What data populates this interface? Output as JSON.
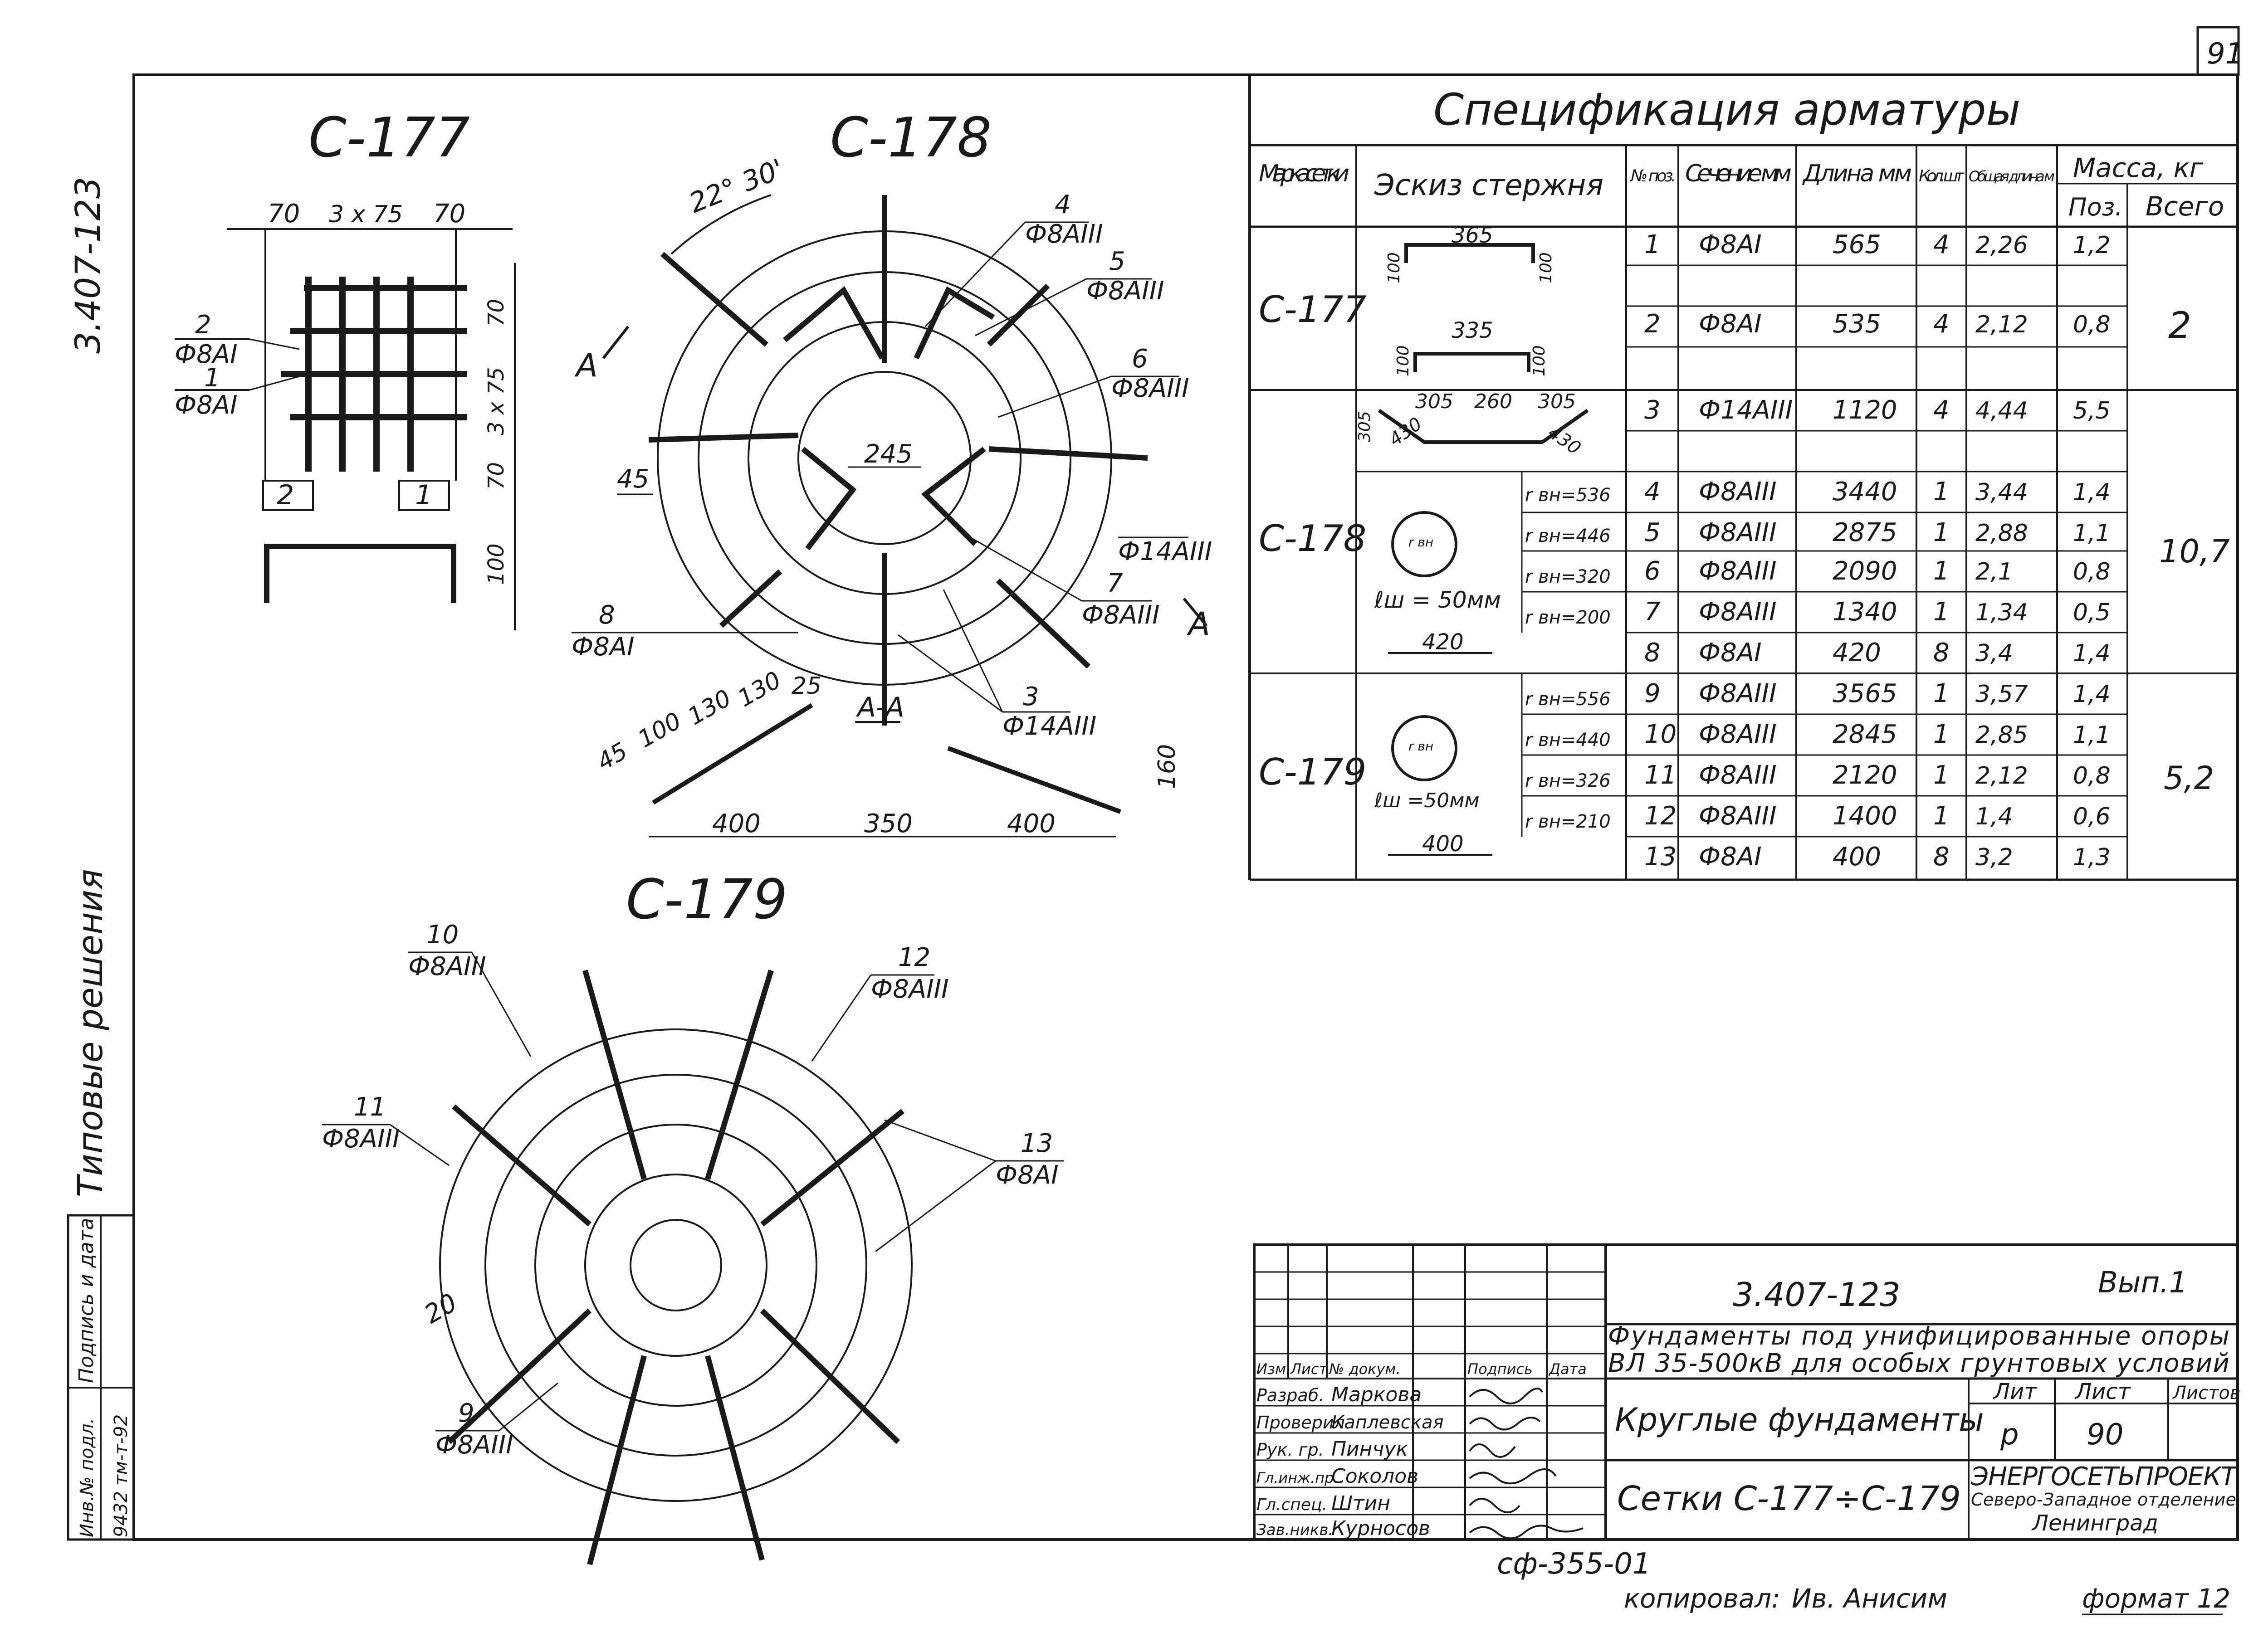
{
  "page_number": "91",
  "side_code": "3.407-123",
  "side_note": "Типовые решения",
  "stamp_left": {
    "top": "Подпись и дата",
    "bottom": "Инв.№ подл.",
    "value": "9432 тм-т-92"
  },
  "views": {
    "c177": {
      "title": "С-177",
      "dims": {
        "top_left": "70",
        "top_mid": "3 x 75",
        "top_right": "70",
        "right_top": "70",
        "right_mid": "3 x 75",
        "right_bot": "70",
        "profile": "100"
      },
      "callouts": [
        {
          "num": "2",
          "bar": "Ф8АI"
        },
        {
          "num": "1",
          "bar": "Ф8АI"
        }
      ],
      "pos_labels": [
        "2",
        "1"
      ]
    },
    "c178": {
      "title": "С-178",
      "angle": "22° 30'",
      "section_mark": "А",
      "center_dim": "245",
      "left_dim": "45",
      "callouts": [
        {
          "num": "4",
          "bar": "Ф8АIII"
        },
        {
          "num": "5",
          "bar": "Ф8АIII"
        },
        {
          "num": "6",
          "bar": "Ф8АIII"
        },
        {
          "num": "",
          "bar": "Ф14АIII"
        },
        {
          "num": "7",
          "bar": "Ф8АIII"
        },
        {
          "num": "8",
          "bar": "Ф8АI"
        },
        {
          "num": "3",
          "bar": "Ф14АIII"
        }
      ],
      "section_title": "А-А",
      "section_dims": [
        "45",
        "100",
        "130",
        "130",
        "25",
        "400",
        "350",
        "400",
        "160"
      ]
    },
    "c179": {
      "title": "С-179",
      "edge_dim": "20",
      "callouts": [
        {
          "num": "10",
          "bar": "Ф8АIII"
        },
        {
          "num": "12",
          "bar": "Ф8АIII"
        },
        {
          "num": "11",
          "bar": "Ф8АIII"
        },
        {
          "num": "13",
          "bar": "Ф8АI"
        },
        {
          "num": "9",
          "bar": "Ф8АIII"
        }
      ]
    }
  },
  "spec": {
    "title": "Спецификация арматуры",
    "headers": {
      "mark": "Марка сетки",
      "sketch": "Эскиз стержня",
      "pos": "№ поз.",
      "section": "Сечение мм",
      "length": "Длина мм",
      "qty": "Кол. шт",
      "total_len": "Общая длина м",
      "mass": "Масса, кг",
      "mass_pos": "Поз.",
      "mass_all": "Всего"
    },
    "groups": [
      {
        "mark": "С-177",
        "total": "2"
      },
      {
        "mark": "С-178",
        "total": "10,7"
      },
      {
        "mark": "С-179",
        "total": "5,2"
      }
    ],
    "rows": [
      {
        "pos": "1",
        "section": "Ф8АI",
        "length": "565",
        "qty": "4",
        "total_len": "2,26",
        "mass": "1,2"
      },
      {
        "pos": "2",
        "section": "Ф8АI",
        "length": "535",
        "qty": "4",
        "total_len": "2,12",
        "mass": "0,8"
      },
      {
        "pos": "3",
        "section": "Ф14АIII",
        "length": "1120",
        "qty": "4",
        "total_len": "4,44",
        "mass": "5,5"
      },
      {
        "pos": "4",
        "section": "Ф8АIII",
        "length": "3440",
        "qty": "1",
        "total_len": "3,44",
        "mass": "1,4"
      },
      {
        "pos": "5",
        "section": "Ф8АIII",
        "length": "2875",
        "qty": "1",
        "total_len": "2,88",
        "mass": "1,1"
      },
      {
        "pos": "6",
        "section": "Ф8АIII",
        "length": "2090",
        "qty": "1",
        "total_len": "2,1",
        "mass": "0,8"
      },
      {
        "pos": "7",
        "section": "Ф8АIII",
        "length": "1340",
        "qty": "1",
        "total_len": "1,34",
        "mass": "0,5"
      },
      {
        "pos": "8",
        "section": "Ф8АI",
        "length": "420",
        "qty": "8",
        "total_len": "3,4",
        "mass": "1,4"
      },
      {
        "pos": "9",
        "section": "Ф8АIII",
        "length": "3565",
        "qty": "1",
        "total_len": "3,57",
        "mass": "1,4"
      },
      {
        "pos": "10",
        "section": "Ф8АIII",
        "length": "2845",
        "qty": "1",
        "total_len": "2,85",
        "mass": "1,1"
      },
      {
        "pos": "11",
        "section": "Ф8АIII",
        "length": "2120",
        "qty": "1",
        "total_len": "2,12",
        "mass": "0,8"
      },
      {
        "pos": "12",
        "section": "Ф8АIII",
        "length": "1400",
        "qty": "1",
        "total_len": "1,4",
        "mass": "0,6"
      },
      {
        "pos": "13",
        "section": "Ф8АI",
        "length": "400",
        "qty": "8",
        "total_len": "3,2",
        "mass": "1,3"
      }
    ],
    "sketch_labels": {
      "s1": "365",
      "s1_side": "100",
      "s2": "335",
      "s2_side": "100",
      "s3_top": [
        "305",
        "260",
        "305"
      ],
      "s3_diag": [
        "430",
        "430"
      ],
      "s3_side": "305",
      "c178_radii": [
        "r вн=536",
        "r вн=446",
        "r вн=320",
        "r вн=200"
      ],
      "c178_lsh": "ℓш = 50мм",
      "c178_len8": "420",
      "c179_radii": [
        "r вн=556",
        "r вн=440",
        "r вн=326",
        "r вн=210"
      ],
      "c179_lsh": "ℓш =50мм",
      "c179_len13": "400",
      "rvn": "r вн"
    }
  },
  "title_block": {
    "code": "3.407-123",
    "issue": "Вып.1",
    "subject_line1": "Фундаменты под унифицированные опоры",
    "subject_line2": "ВЛ 35-500кВ для особых грунтовых условий",
    "sheet_title": "Круглые фундаменты",
    "drawing_title": "Сетки С-177÷С-179",
    "col_headers": [
      "Изм.",
      "Лист",
      "№ докум.",
      "Подпись",
      "Дата"
    ],
    "roles": [
      {
        "role": "Разраб.",
        "name": "Маркова"
      },
      {
        "role": "Проверил",
        "name": "Каплевская"
      },
      {
        "role": "Рук. гр.",
        "name": "Пинчук"
      },
      {
        "role": "Гл.инж.пр.",
        "name": "Соколов"
      },
      {
        "role": "Гл.спец.",
        "name": "Штин"
      },
      {
        "role": "Зав.никв.",
        "name": "Курносов"
      }
    ],
    "lit_label": "Лит",
    "list_label": "Лист",
    "listov_label": "Листов",
    "lit_value": "р",
    "list_value": "90",
    "org_line1": "ЭНЕРГОСЕТЬПРОЕКТ",
    "org_line2": "Северо-Западное отделение",
    "org_line3": "Ленинград"
  },
  "below": {
    "archive": "сф-355-01",
    "copied_label": "копировал:",
    "copied_name": "Ив. Анисим",
    "format_label": "формат 12"
  }
}
